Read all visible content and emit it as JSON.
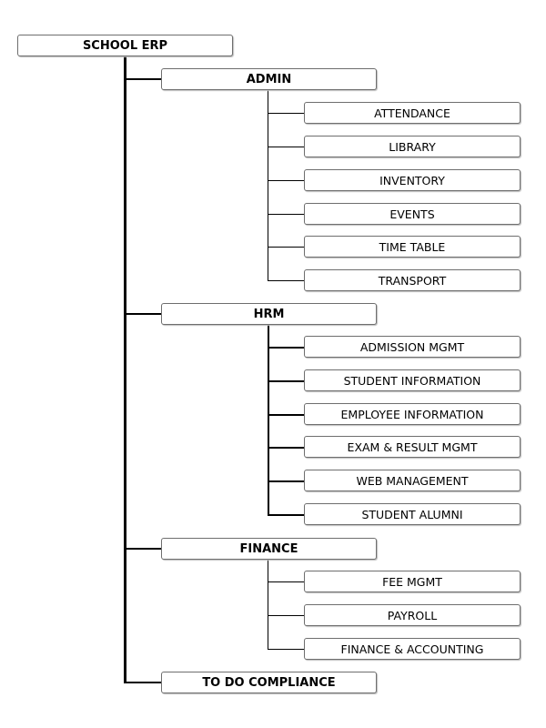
{
  "root": {
    "label": "SCHOOL ERP"
  },
  "sections": [
    {
      "label": "ADMIN",
      "items": [
        "ATTENDANCE",
        "LIBRARY",
        "INVENTORY",
        "EVENTS",
        "TIME TABLE",
        "TRANSPORT"
      ]
    },
    {
      "label": "HRM",
      "items": [
        "ADMISSION MGMT",
        "STUDENT INFORMATION",
        "EMPLOYEE INFORMATION",
        "EXAM & RESULT MGMT",
        "WEB MANAGEMENT",
        "STUDENT ALUMNI"
      ]
    },
    {
      "label": "FINANCE",
      "items": [
        "FEE MGMT",
        "PAYROLL",
        "FINANCE & ACCOUNTING"
      ]
    },
    {
      "label": "TO DO COMPLIANCE",
      "items": []
    }
  ]
}
